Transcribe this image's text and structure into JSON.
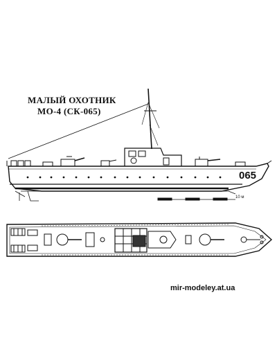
{
  "title": {
    "line1": "МАЛЫЙ ОХОТНИК",
    "line2": "МО-4 (СК-065)"
  },
  "hull_number": "065",
  "scale_label": "10 м",
  "watermark": "mir-modeley.at.ua"
}
